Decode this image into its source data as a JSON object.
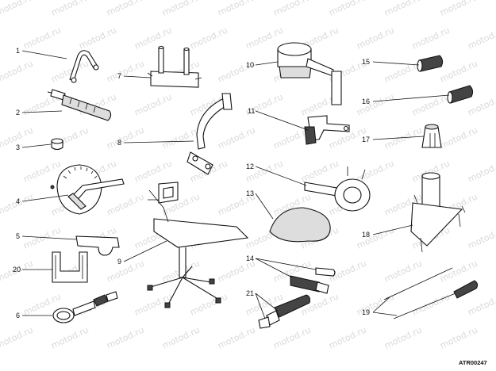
{
  "watermark": "motod.ru",
  "drawing_code": "ATR00247",
  "labels": {
    "l1": "1",
    "l2": "2",
    "l3": "3",
    "l4": "4",
    "l5": "5",
    "l6": "6",
    "l7": "7",
    "l8": "8",
    "l9": "9",
    "l10": "10",
    "l11": "11",
    "l12": "12",
    "l13": "13",
    "l14": "14",
    "l15": "15",
    "l16": "16",
    "l17": "17",
    "l18": "18",
    "l19": "19",
    "l20": "20",
    "l21": "21"
  }
}
